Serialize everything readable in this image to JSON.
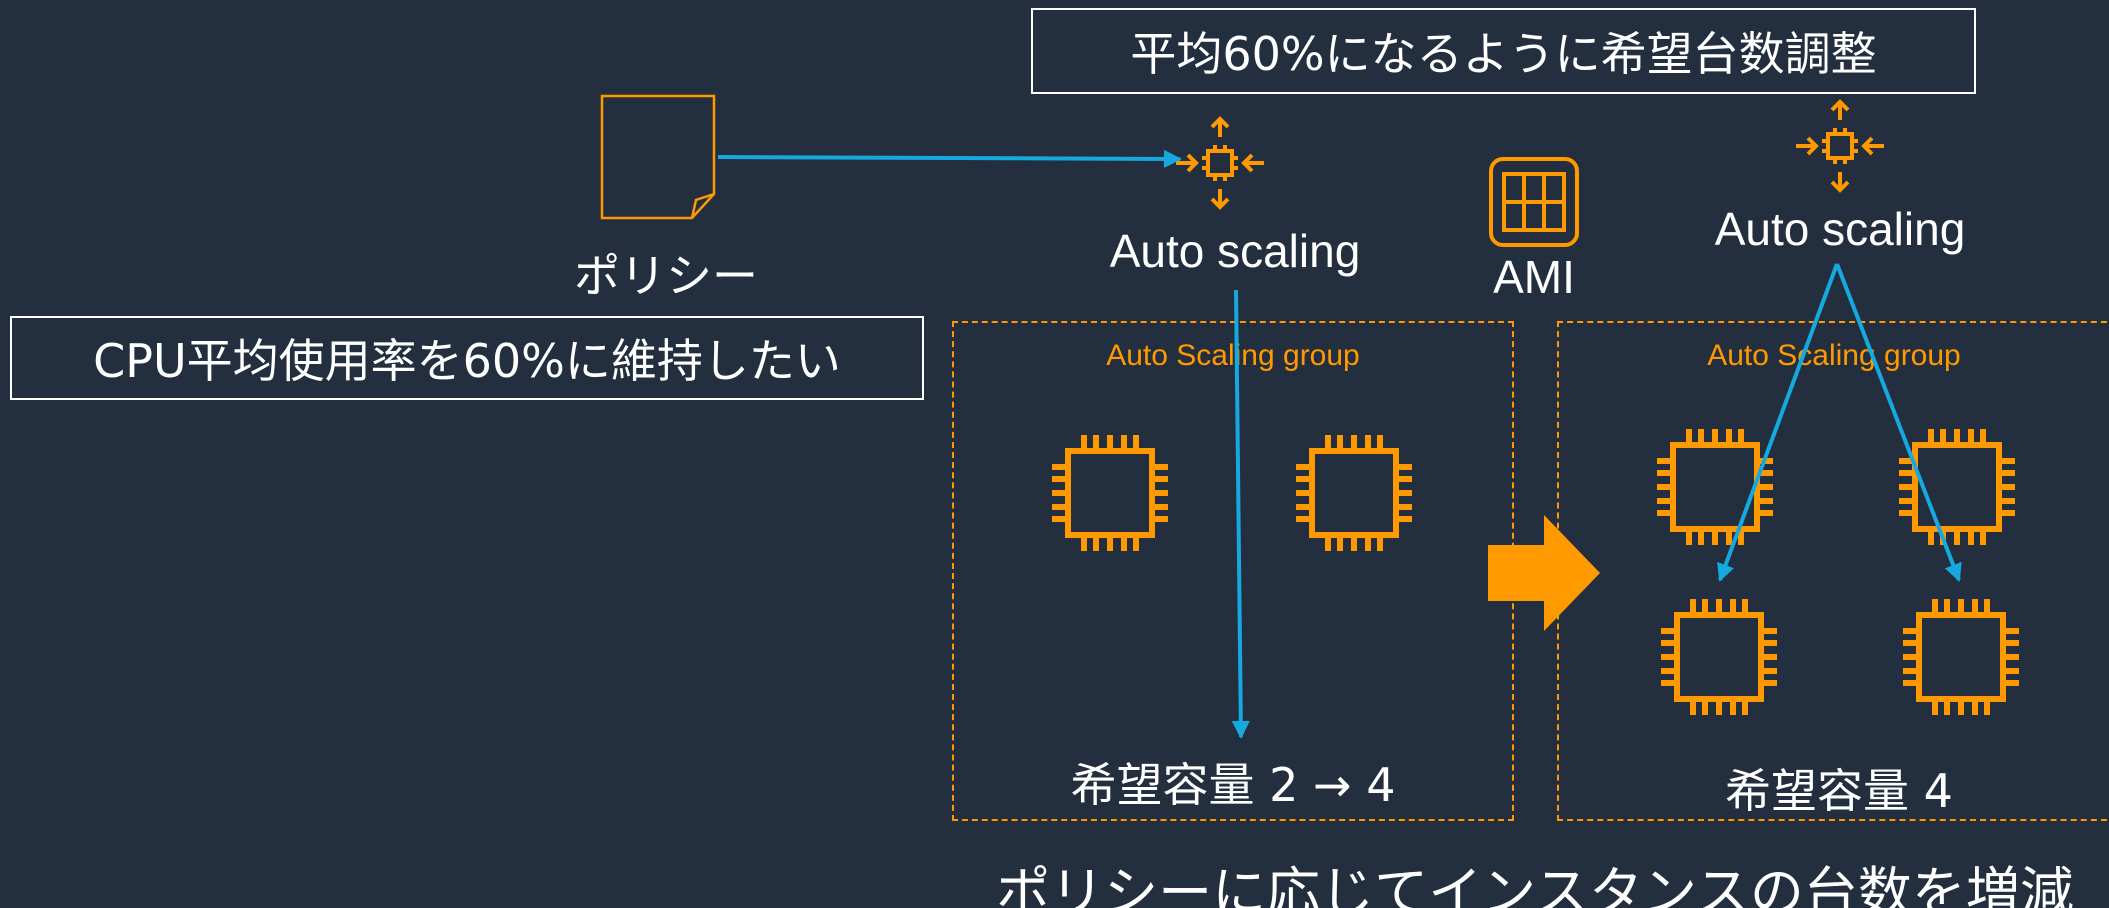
{
  "top_banner": "平均60%になるように希望台数調整",
  "policy": {
    "label": "ポリシー",
    "goal": "CPU平均使用率を60%に維持したい"
  },
  "before": {
    "autoscaling_label": "Auto scaling",
    "group_label": "Auto Scaling group",
    "capacity_text": "希望容量 2 → 4",
    "instance_count": 2
  },
  "ami_label": "AMI",
  "after": {
    "autoscaling_label": "Auto scaling",
    "group_label": "Auto Scaling group",
    "capacity_text": "希望容量 4",
    "instance_count": 4
  },
  "caption": "ポリシーに応じてインスタンスの台数を増減",
  "colors": {
    "background": "#232f3e",
    "accent": "#ff9900",
    "arrow": "#16a9e0",
    "text": "#ffffff"
  },
  "icons": {
    "policy": "document-icon",
    "autoscaling": "auto-scaling-icon",
    "ami": "ami-icon",
    "instance": "ec2-instance-icon",
    "transition": "right-arrow-icon"
  }
}
